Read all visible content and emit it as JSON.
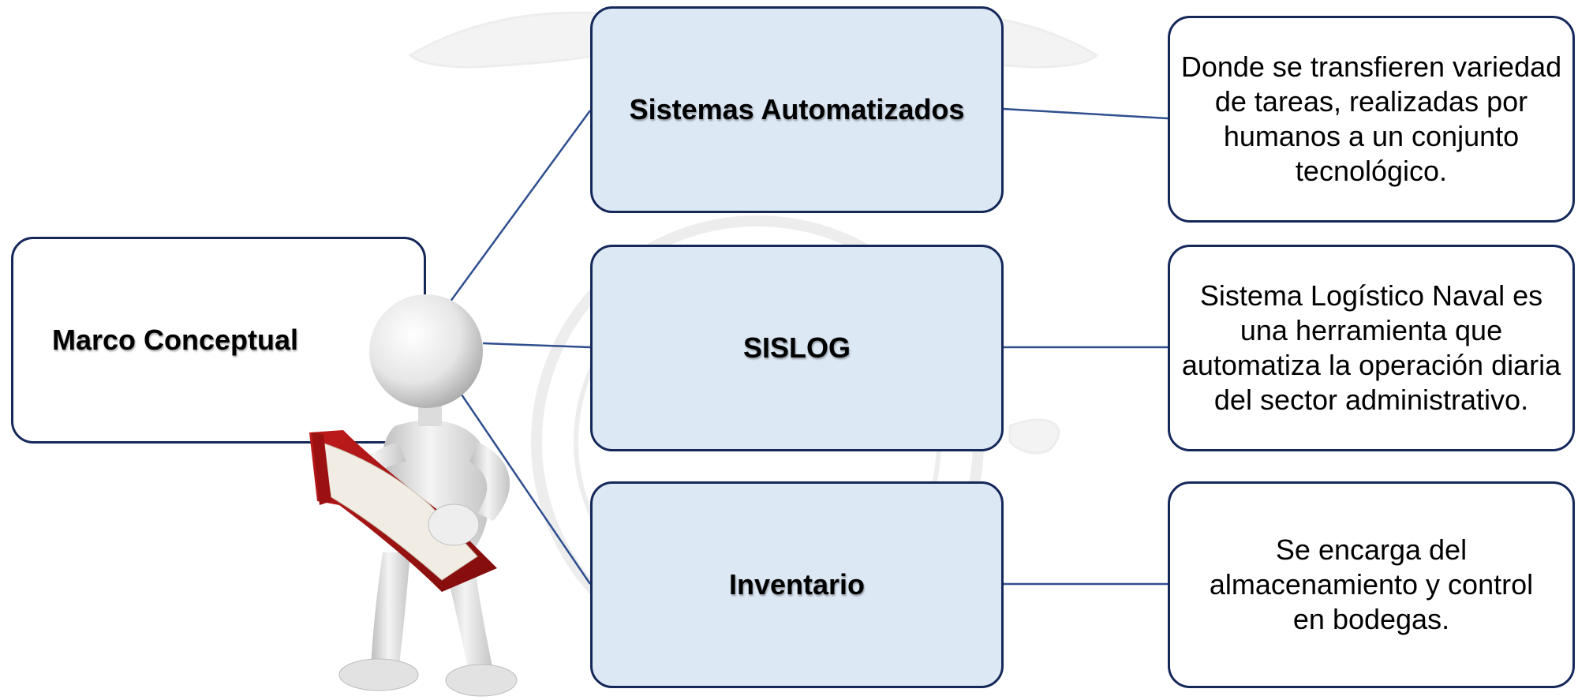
{
  "root": {
    "label": "Marco Conceptual"
  },
  "categories": [
    {
      "label": "Sistemas Automatizados",
      "description": "Donde se transfieren variedad de tareas, realizadas por humanos a un conjunto tecnológico."
    },
    {
      "label": "SISLOG",
      "description": "Sistema Logístico Naval es una herramienta que automatiza la operación diaria del sector administrativo."
    },
    {
      "label": "Inventario",
      "description": "Se encarga del almacenamiento y control en bodegas."
    }
  ],
  "colors": {
    "border": "#14285a",
    "connector": "#2f4f8f",
    "mid_fill": "#dde8f5",
    "book_cover": "#a31414",
    "figure": "#e8e8e8",
    "watermark": "#f2f2f2"
  },
  "illustration": {
    "name": "3d-figure-reading-book"
  }
}
